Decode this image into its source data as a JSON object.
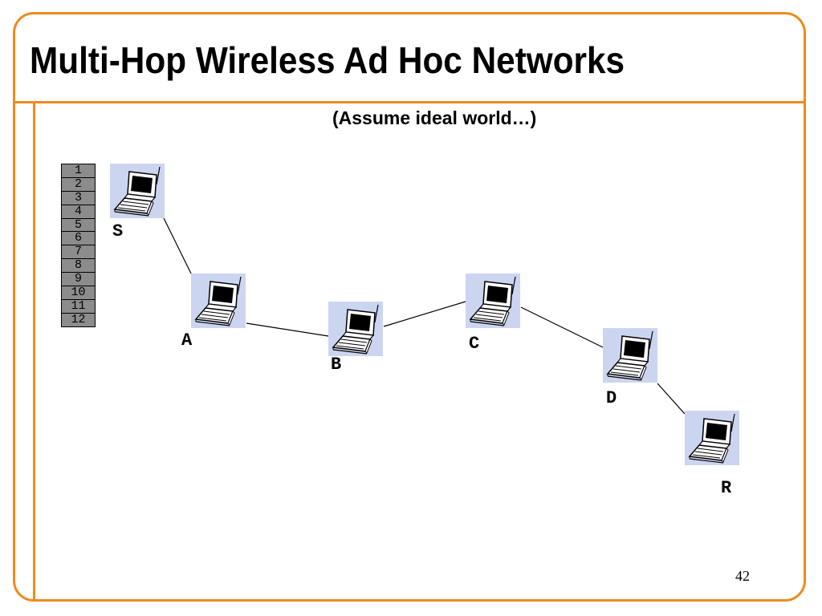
{
  "slide": {
    "title": "Multi-Hop Wireless Ad Hoc Networks",
    "subtitle": "(Assume ideal world…)",
    "page_number": "42"
  },
  "buffer": {
    "slots": [
      "1",
      "2",
      "3",
      "4",
      "5",
      "6",
      "7",
      "8",
      "9",
      "10",
      "11",
      "12"
    ],
    "color": "#8c8c8c"
  },
  "nodes": [
    {
      "id": "S",
      "label": "S"
    },
    {
      "id": "A",
      "label": "A"
    },
    {
      "id": "B",
      "label": "B"
    },
    {
      "id": "C",
      "label": "C"
    },
    {
      "id": "D",
      "label": "D"
    },
    {
      "id": "R",
      "label": "R"
    }
  ],
  "links": [
    [
      "S",
      "A"
    ],
    [
      "A",
      "B"
    ],
    [
      "B",
      "C"
    ],
    [
      "C",
      "D"
    ],
    [
      "D",
      "R"
    ]
  ],
  "colors": {
    "accent": "#ee8a1e",
    "node_background": "#ccd5f0"
  },
  "icons": {
    "node": "laptop-icon"
  }
}
